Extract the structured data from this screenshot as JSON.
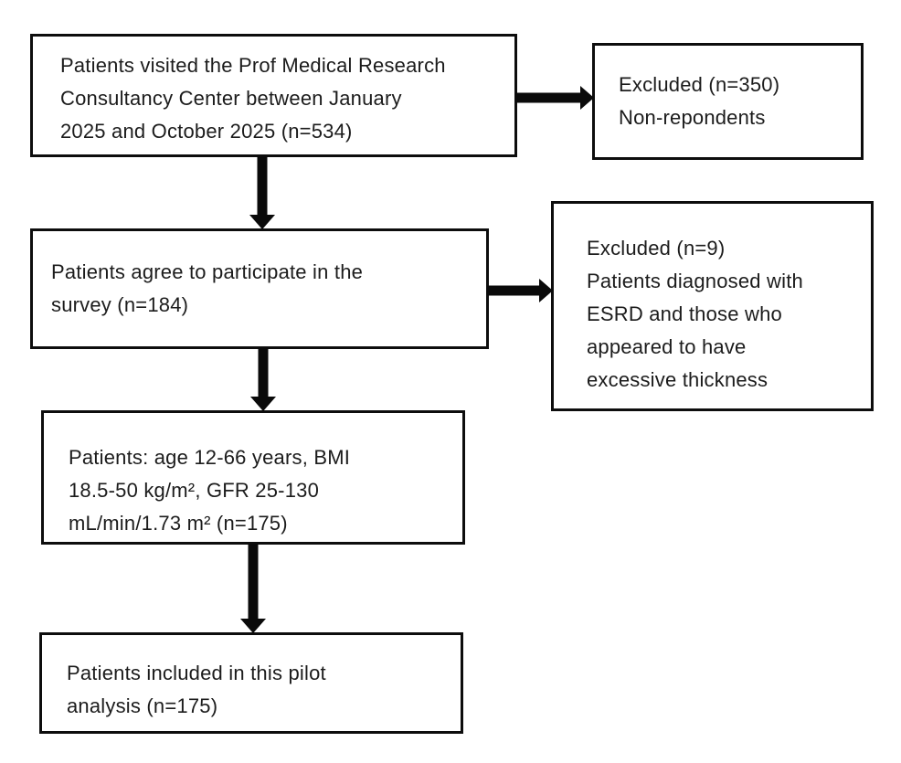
{
  "flowchart": {
    "kind": "patient-flow-diagram",
    "boxes": [
      {
        "id": "visited",
        "text": "Patients visited the Prof Medical Research\nConsultancy Center between January\n2025 and October 2025 (n=534)",
        "n": 534
      },
      {
        "id": "excluded-nonrespondents",
        "text": "Excluded (n=350)\nNon-repondents",
        "n": 350
      },
      {
        "id": "agreed",
        "text": "Patients agree to participate in the\nsurvey (n=184)",
        "n": 184
      },
      {
        "id": "excluded-esrd",
        "text": "Excluded (n=9)\nPatients diagnosed with\nESRD and those who\nappeared to have\nexcessive thickness",
        "n": 9
      },
      {
        "id": "eligible",
        "text": "Patients: age 12-66 years, BMI\n18.5-50 kg/m², GFR 25-130\nmL/min/1.73 m² (n=175)",
        "n": 175
      },
      {
        "id": "included",
        "text": "Patients included in this pilot\nanalysis (n=175)",
        "n": 175
      }
    ],
    "colors": {
      "box_border": "#0d0d0d",
      "text": "#1c1c1c",
      "arrow": "#0a0a0a",
      "background": "#ffffff"
    }
  }
}
